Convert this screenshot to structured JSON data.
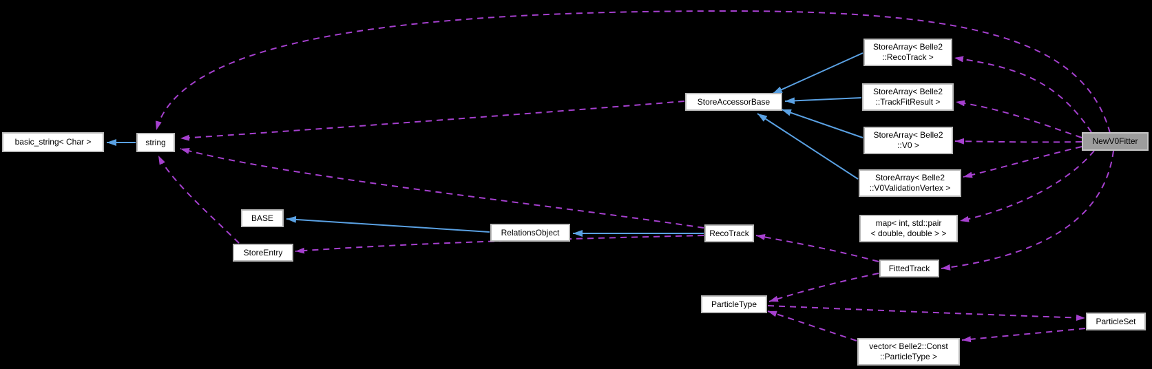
{
  "diagram": {
    "kind": "doxygen-collaboration-graph",
    "colors": {
      "background": "#000000",
      "inheritance_arrow": "#5aa1e3",
      "usage_arrow": "#a640cf",
      "node_fill": "#ffffff",
      "node_border": "#b9b9b9",
      "highlight_node_fill": "#9d9d9d",
      "text": "#000000"
    },
    "nodes": {
      "basic_string": {
        "lines": [
          "basic_string< Char >"
        ]
      },
      "string": {
        "lines": [
          "string"
        ]
      },
      "base": {
        "lines": [
          "BASE"
        ]
      },
      "store_entry": {
        "lines": [
          "StoreEntry"
        ]
      },
      "relations_object": {
        "lines": [
          "RelationsObject"
        ]
      },
      "reco_track": {
        "lines": [
          "RecoTrack"
        ]
      },
      "store_accessor_base": {
        "lines": [
          "StoreAccessorBase"
        ]
      },
      "storearray_recotrack": {
        "lines": [
          "StoreArray< Belle2",
          "::RecoTrack >"
        ]
      },
      "storearray_trackfitresult": {
        "lines": [
          "StoreArray< Belle2",
          "::TrackFitResult >"
        ]
      },
      "storearray_v0": {
        "lines": [
          "StoreArray< Belle2",
          "::V0 >"
        ]
      },
      "storearray_v0validationvertex": {
        "lines": [
          "StoreArray< Belle2",
          "::V0ValidationVertex >"
        ]
      },
      "map_int_pair": {
        "lines": [
          "map< int, std::pair",
          "< double, double > >"
        ]
      },
      "fitted_track": {
        "lines": [
          "FittedTrack"
        ]
      },
      "particle_type": {
        "lines": [
          "ParticleType"
        ]
      },
      "vector_particletype": {
        "lines": [
          "vector< Belle2::Const",
          "::ParticleType >"
        ]
      },
      "particle_set": {
        "lines": [
          "ParticleSet"
        ]
      },
      "new_v0_fitter": {
        "lines": [
          "NewV0Fitter"
        ]
      }
    },
    "edges": [
      {
        "from": "string",
        "to": "basic_string",
        "type": "public-inheritance"
      },
      {
        "from": "relations_object",
        "to": "base",
        "type": "public-inheritance"
      },
      {
        "from": "reco_track",
        "to": "relations_object",
        "type": "public-inheritance"
      },
      {
        "from": "storearray_recotrack",
        "to": "store_accessor_base",
        "type": "public-inheritance"
      },
      {
        "from": "storearray_trackfitresult",
        "to": "store_accessor_base",
        "type": "public-inheritance"
      },
      {
        "from": "storearray_v0",
        "to": "store_accessor_base",
        "type": "public-inheritance"
      },
      {
        "from": "storearray_v0validationvertex",
        "to": "store_accessor_base",
        "type": "public-inheritance"
      },
      {
        "from": "new_v0_fitter",
        "to": "string",
        "type": "usage"
      },
      {
        "from": "store_accessor_base",
        "to": "string",
        "type": "usage"
      },
      {
        "from": "reco_track",
        "to": "string",
        "type": "usage"
      },
      {
        "from": "store_entry",
        "to": "string",
        "type": "usage"
      },
      {
        "from": "reco_track",
        "to": "store_entry",
        "type": "usage"
      },
      {
        "from": "new_v0_fitter",
        "to": "storearray_recotrack",
        "type": "usage"
      },
      {
        "from": "new_v0_fitter",
        "to": "storearray_trackfitresult",
        "type": "usage"
      },
      {
        "from": "new_v0_fitter",
        "to": "storearray_v0",
        "type": "usage"
      },
      {
        "from": "new_v0_fitter",
        "to": "storearray_v0validationvertex",
        "type": "usage"
      },
      {
        "from": "new_v0_fitter",
        "to": "map_int_pair",
        "type": "usage"
      },
      {
        "from": "new_v0_fitter",
        "to": "fitted_track",
        "type": "usage"
      },
      {
        "from": "fitted_track",
        "to": "reco_track",
        "type": "usage"
      },
      {
        "from": "fitted_track",
        "to": "particle_type",
        "type": "usage"
      },
      {
        "from": "particle_type",
        "to": "particle_set",
        "type": "usage"
      },
      {
        "from": "particle_set",
        "to": "vector_particletype",
        "type": "usage"
      },
      {
        "from": "vector_particletype",
        "to": "particle_type",
        "type": "usage"
      }
    ]
  }
}
